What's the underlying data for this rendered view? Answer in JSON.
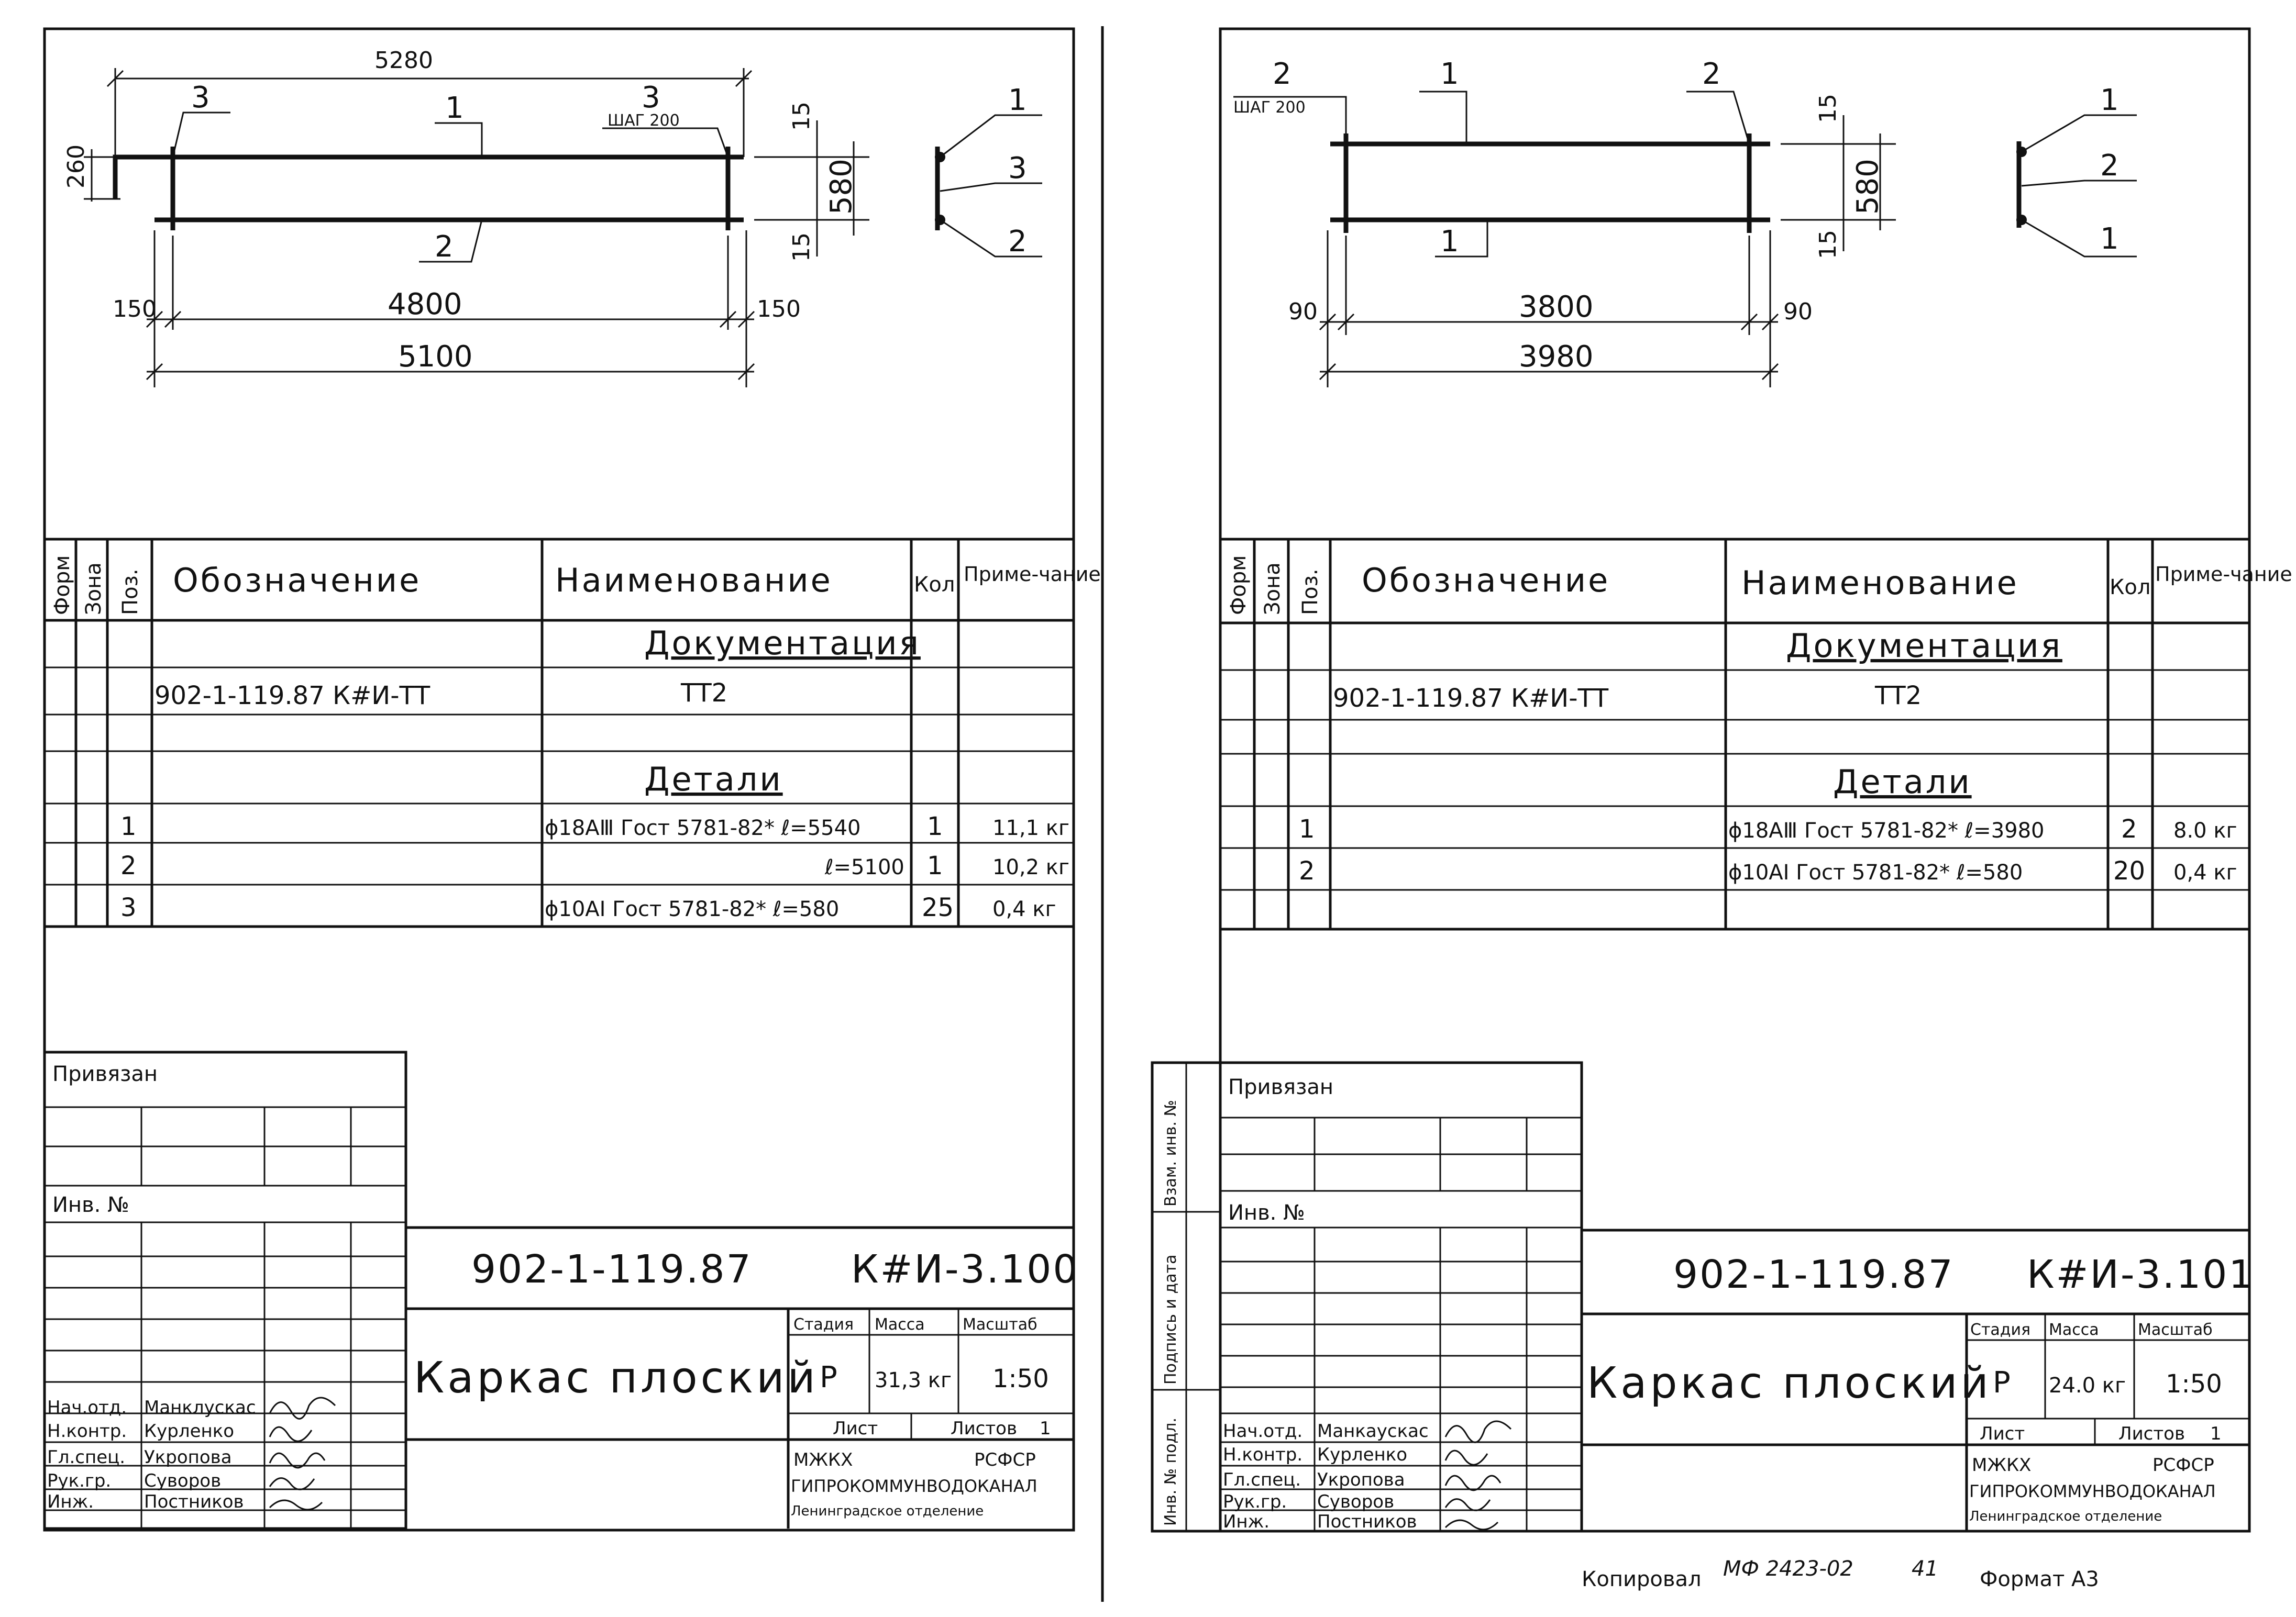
{
  "sheets": [
    {
      "id": "left",
      "dims": {
        "top_total": "5280",
        "height_left": "260",
        "top_gap": "15",
        "mid_height": "580",
        "bottom_gap": "15",
        "end_left": "150",
        "inner": "4800",
        "end_right": "150",
        "total": "5100"
      },
      "callouts": {
        "a": "3",
        "b": "1",
        "c": "3",
        "c_note": "ШАГ 200",
        "d": "2"
      },
      "section": {
        "top": "1",
        "mid": "3",
        "bot": "2"
      },
      "table_headers": {
        "form": "Форм",
        "zone": "Зона",
        "pos": "Поз.",
        "designation": "Обозначение",
        "name": "Наименование",
        "qty": "Кол",
        "note": "Приме-чание"
      },
      "rows": [
        {
          "pos": "",
          "designation": "",
          "name": "Документация",
          "qty": "",
          "note": ""
        },
        {
          "pos": "",
          "designation": "902-1-119.87   К#И-ТТ",
          "name": "ТТ2",
          "qty": "",
          "note": ""
        },
        {
          "pos": "",
          "designation": "",
          "name": "",
          "qty": "",
          "note": ""
        },
        {
          "pos": "",
          "designation": "",
          "name": "Детали",
          "qty": "",
          "note": ""
        },
        {
          "pos": "1",
          "designation": "",
          "name": "ϕ18АⅢ Гост 5781-82* ℓ=5540",
          "qty": "1",
          "note": "11,1 кг"
        },
        {
          "pos": "2",
          "designation": "",
          "name": "ℓ=5100",
          "qty": "1",
          "note": "10,2 кг"
        },
        {
          "pos": "3",
          "designation": "",
          "name": "ϕ10АⅠ Гост 5781-82* ℓ=580",
          "qty": "25",
          "note": "0,4 кг"
        }
      ],
      "stamp": {
        "privyazan": "Привязан",
        "inv_no": "Инв. №",
        "code": "902-1-119.87",
        "mark": "К#И-3.100",
        "title": "Каркас плоский",
        "stage_label": "Стадия",
        "mass_label": "Масса",
        "scale_label": "Масштаб",
        "stage": "Р",
        "mass": "31,3 кг",
        "scale": "1:50",
        "sheet_label": "Лист",
        "sheets_label": "Листов",
        "sheets": "1",
        "org1": "МЖКХ",
        "org2": "РСФСР",
        "org3": "ГИПРОКОММУНВОДОКАНАЛ",
        "org4": "Ленинградское отделение",
        "people": [
          {
            "role": "Нач.отд.",
            "name": "Манклускас"
          },
          {
            "role": "Н.контр.",
            "name": "Курленко"
          },
          {
            "role": "Гл.спец.",
            "name": "Укропова"
          },
          {
            "role": "Рук.гр.",
            "name": "Суворов"
          },
          {
            "role": "Инж.",
            "name": "Постников"
          }
        ]
      }
    },
    {
      "id": "right",
      "dims": {
        "top_gap": "15",
        "mid_height": "580",
        "bottom_gap": "15",
        "end_left": "90",
        "inner": "3800",
        "end_right": "90",
        "total": "3980"
      },
      "callouts": {
        "a": "2",
        "a_note": "ШАГ 200",
        "b": "1",
        "c": "2",
        "d": "1"
      },
      "section": {
        "top": "1",
        "mid": "2",
        "bot": "1"
      },
      "table_headers": {
        "form": "Форм",
        "zone": "Зона",
        "pos": "Поз.",
        "designation": "Обозначение",
        "name": "Наименование",
        "qty": "Кол",
        "note": "Приме-чание"
      },
      "rows": [
        {
          "pos": "",
          "designation": "",
          "name": "Документация",
          "qty": "",
          "note": ""
        },
        {
          "pos": "",
          "designation": "902-1-119.87   К#И-ТТ",
          "name": "ТТ2",
          "qty": "",
          "note": ""
        },
        {
          "pos": "",
          "designation": "",
          "name": "",
          "qty": "",
          "note": ""
        },
        {
          "pos": "",
          "designation": "",
          "name": "Детали",
          "qty": "",
          "note": ""
        },
        {
          "pos": "1",
          "designation": "",
          "name": "ϕ18АⅢ Гост 5781-82* ℓ=3980",
          "qty": "2",
          "note": "8.0 кг"
        },
        {
          "pos": "2",
          "designation": "",
          "name": "ϕ10АⅠ Гост 5781-82* ℓ=580",
          "qty": "20",
          "note": "0,4 кг"
        }
      ],
      "side_stamp": [
        "Инв. № подл.",
        "Подпись и дата",
        "Взам. инв. №"
      ],
      "stamp": {
        "privyazan": "Привязан",
        "inv_no": "Инв. №",
        "code": "902-1-119.87",
        "mark": "К#И-3.101",
        "title": "Каркас плоский",
        "stage_label": "Стадия",
        "mass_label": "Масса",
        "scale_label": "Масштаб",
        "stage": "Р",
        "mass": "24.0 кг",
        "scale": "1:50",
        "sheet_label": "Лист",
        "sheets_label": "Листов",
        "sheets": "1",
        "org1": "МЖКХ",
        "org2": "РСФСР",
        "org3": "ГИПРОКОММУНВОДОКАНАЛ",
        "org4": "Ленинградское отделение",
        "people": [
          {
            "role": "Нач.отд.",
            "name": "Манкаускас"
          },
          {
            "role": "Н.контр.",
            "name": "Курленко"
          },
          {
            "role": "Гл.спец.",
            "name": "Укропова"
          },
          {
            "role": "Рук.гр.",
            "name": "Суворов"
          },
          {
            "role": "Инж.",
            "name": "Постников"
          }
        ]
      }
    }
  ],
  "footer": {
    "copied": "Копировал",
    "copy_id": "МФ 2423-02",
    "copy_num": "41",
    "format": "Формат А3"
  }
}
